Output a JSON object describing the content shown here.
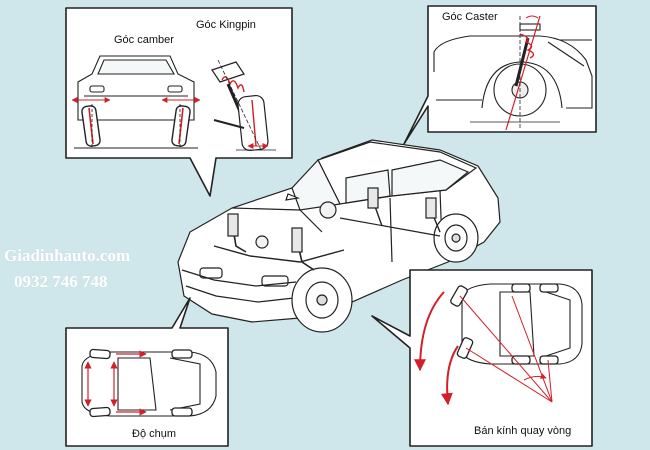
{
  "callouts": {
    "camber_label": "Góc camber",
    "kingpin_label": "Góc Kingpin",
    "caster_label": "Góc Caster",
    "toe_label": "Độ chụm",
    "turning_radius_label": "Bán kính quay vòng"
  },
  "watermark": {
    "site": "Giadinhauto.com",
    "phone": "0932 746 748"
  },
  "colors": {
    "background": "#cfe7ea",
    "line": "#222222",
    "accent": "#d21f2a",
    "panel": "#ffffff"
  }
}
